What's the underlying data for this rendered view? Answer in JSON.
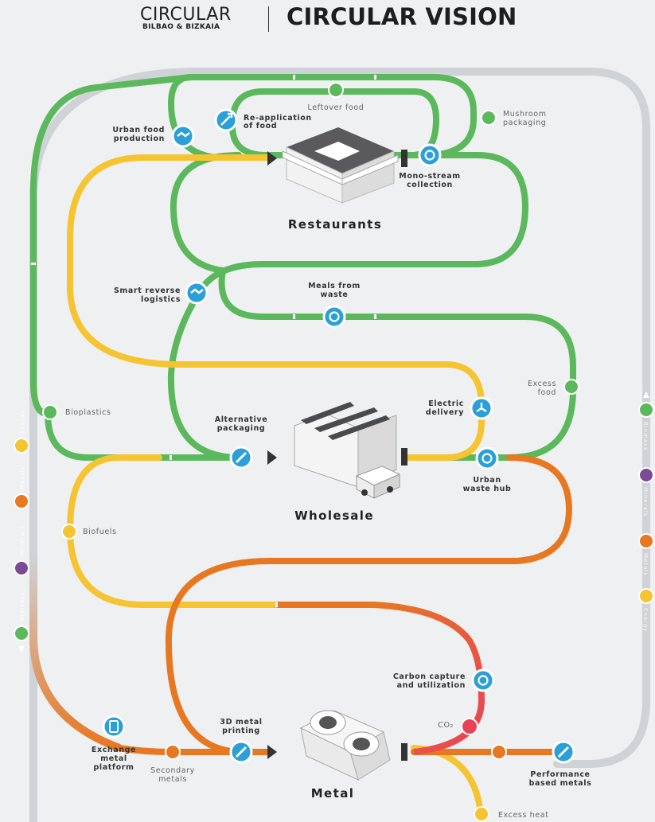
{
  "header": {
    "brand_name": "CIRCULAR",
    "brand_sub": "BILBAO & BIZKAIA",
    "title": "CIRCULAR VISION"
  },
  "colors": {
    "biomass": "#5cb85c",
    "energy": "#f6c431",
    "metals": "#e87722",
    "minerals": "#7b4a97",
    "co2": "#e84256",
    "infrastructure": "#cfd2d6",
    "node": "#2a9fd8"
  },
  "legend": {
    "left": [
      "Energy",
      "Metals",
      "Minerals",
      "Biomass"
    ],
    "right": [
      "Biomass",
      "Minerals",
      "Metals",
      "Energy"
    ]
  },
  "hubs": {
    "restaurants": "Restaurants",
    "wholesale": "Wholesale",
    "metal": "Metal"
  },
  "labels": {
    "leftover_food": "Leftover food",
    "mushroom_l1": "Mushroom",
    "mushroom_l2": "packaging",
    "reapp_l1": "Re-application",
    "reapp_l2": "of food",
    "urban_food_l1": "Urban food",
    "urban_food_l2": "production",
    "mono_l1": "Mono-stream",
    "mono_l2": "collection",
    "srl_l1": "Smart reverse",
    "srl_l2": "logistics",
    "meals_l1": "Meals from",
    "meals_l2": "waste",
    "excess_food_l1": "Excess",
    "excess_food_l2": "food",
    "bioplastics": "Bioplastics",
    "electric_l1": "Electric",
    "electric_l2": "delivery",
    "alt_pack_l1": "Alternative",
    "alt_pack_l2": "packaging",
    "urban_waste_l1": "Urban",
    "urban_waste_l2": "waste hub",
    "biofuels": "Biofuels",
    "carbon_l1": "Carbon capture",
    "carbon_l2": "and utilization",
    "co2": "CO₂",
    "exchange_l1": "Exchange",
    "exchange_l2": "metal",
    "exchange_l3": "platform",
    "secondary_l1": "Secondary",
    "secondary_l2": "metals",
    "printing_l1": "3D metal",
    "printing_l2": "printing",
    "perf_l1": "Performance",
    "perf_l2": "based metals",
    "excess_heat": "Excess heat"
  },
  "icons": {
    "reapp": "wrench-icon",
    "urban_food": "handshake-icon",
    "mono": "cycle-icon",
    "srl": "handshake-icon",
    "meals": "cycle-icon",
    "electric": "wind-turbine-icon",
    "alt_pack": "pencil-icon",
    "urban_waste": "cycle-icon",
    "carbon": "cycle-icon",
    "exchange": "tablet-icon",
    "printing": "pencil-icon",
    "perf": "pencil-icon"
  }
}
